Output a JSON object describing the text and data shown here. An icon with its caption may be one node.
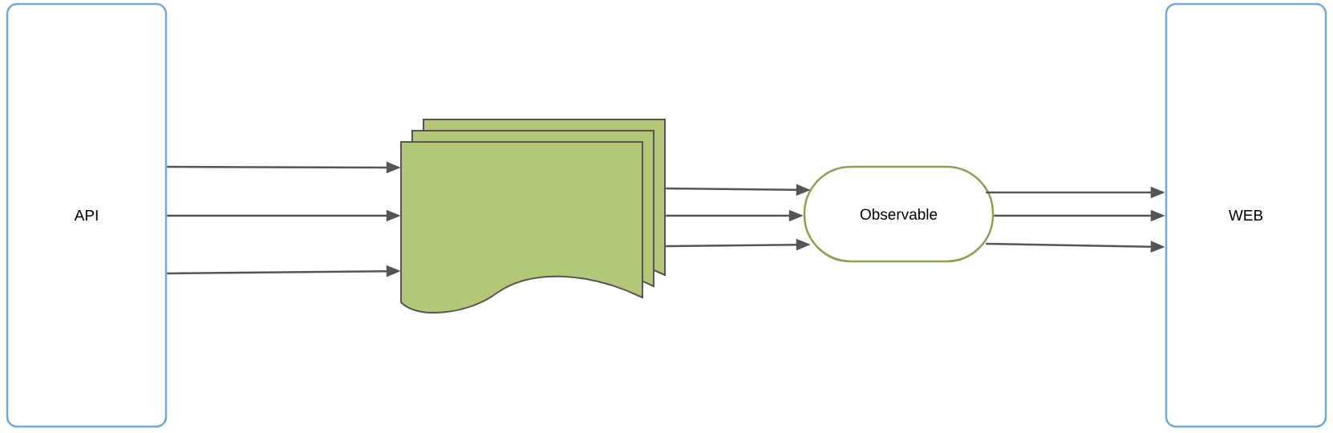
{
  "diagram": {
    "nodes": [
      {
        "text": [
          "API"
        ]
      },
      {
        "text": [],
        "shape": "document"
      },
      {
        "text": [
          "Observable"
        ]
      },
      {
        "text": [
          "WEB"
        ]
      }
    ],
    "edges": [
      {
        "from": 0,
        "to": 1,
        "arrow": "to"
      },
      {
        "from": 0,
        "to": 1,
        "arrow": "to"
      },
      {
        "from": 0,
        "to": 1,
        "arrow": "to"
      },
      {
        "from": 1,
        "to": 2,
        "arrow": "to"
      },
      {
        "from": 1,
        "to": 2,
        "arrow": "to"
      },
      {
        "from": 1,
        "to": 2,
        "arrow": "to"
      },
      {
        "from": 2,
        "to": 3,
        "arrow": "to"
      },
      {
        "from": 2,
        "to": 3,
        "arrow": "to"
      },
      {
        "from": 2,
        "to": 3,
        "arrow": "to"
      }
    ]
  }
}
